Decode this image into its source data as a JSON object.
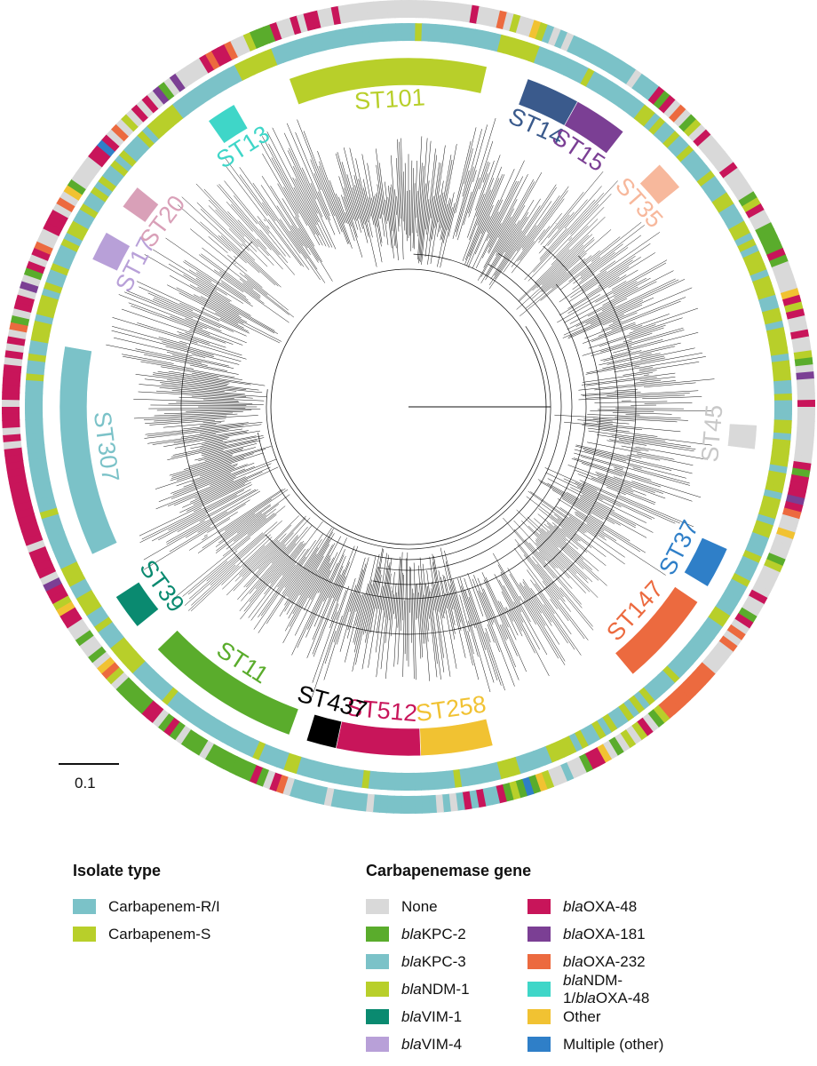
{
  "scale_bar": {
    "label": "0.1"
  },
  "clades": [
    {
      "label": "ST101",
      "color": "#b8cf2a",
      "start": -20,
      "end": 13
    },
    {
      "label": "ST14",
      "color": "#3a5a8c",
      "start": 20,
      "end": 29
    },
    {
      "label": "ST15",
      "color": "#7b3f94",
      "start": 29,
      "end": 38
    },
    {
      "label": "ST35",
      "color": "#f7b89c",
      "start": 46,
      "end": 51
    },
    {
      "label": "ST45",
      "color": "#d9d9d9",
      "start": 93,
      "end": 97
    },
    {
      "label": "ST37",
      "color": "#2f7fc8",
      "start": 114,
      "end": 121
    },
    {
      "label": "ST147",
      "color": "#ec6a3f",
      "start": 124,
      "end": 140
    },
    {
      "label": "ST258",
      "color": "#f1c232",
      "start": 166,
      "end": 178
    },
    {
      "label": "ST512",
      "color": "#c8155a",
      "start": 178,
      "end": 192
    },
    {
      "label": "ST437",
      "color": "#000000",
      "start": 192,
      "end": 197
    },
    {
      "label": "ST11",
      "color": "#5aac2c",
      "start": 200,
      "end": 226
    },
    {
      "label": "ST39",
      "color": "#0a8a70",
      "start": 231,
      "end": 237
    },
    {
      "label": "ST307",
      "color": "#7bc2c8",
      "start": 245,
      "end": 280
    },
    {
      "label": "ST17",
      "color": "#b8a0d8",
      "start": 295,
      "end": 300
    },
    {
      "label": "ST20",
      "color": "#d9a0b8",
      "start": 305,
      "end": 309
    },
    {
      "label": "ST13",
      "color": "#3fd6c8",
      "start": 325,
      "end": 330
    }
  ],
  "legend": {
    "isolate_type": {
      "title": "Isolate type",
      "items": [
        {
          "label": "Carbapenem-R/I",
          "color": "#7bc2c8"
        },
        {
          "label": "Carbapenem-S",
          "color": "#b8cf2a"
        }
      ]
    },
    "carbapenemase": {
      "title": "Carbapenemase gene",
      "col1": [
        {
          "prefix": "",
          "label": "None",
          "color": "#d9d9d9"
        },
        {
          "prefix": "bla",
          "label": "KPC-2",
          "color": "#5aac2c"
        },
        {
          "prefix": "bla",
          "label": "KPC-3",
          "color": "#7bc2c8"
        },
        {
          "prefix": "bla",
          "label": "NDM-1",
          "color": "#b8cf2a"
        },
        {
          "prefix": "bla",
          "label": "VIM-1",
          "color": "#0a8a70"
        },
        {
          "prefix": "bla",
          "label": "VIM-4",
          "color": "#b8a0d8"
        }
      ],
      "col2": [
        {
          "prefix": "bla",
          "label": "OXA-48",
          "color": "#c8155a"
        },
        {
          "prefix": "bla",
          "label": "OXA-181",
          "color": "#7b3f94"
        },
        {
          "prefix": "bla",
          "label": "OXA-232",
          "color": "#ec6a3f"
        },
        {
          "prefix": "bla",
          "label": "NDM-1/",
          "prefix2": "bla",
          "label2": "OXA-48",
          "color": "#3fd6c8"
        },
        {
          "prefix": "",
          "label": "Other",
          "color": "#f1c232"
        },
        {
          "prefix": "",
          "label": "Multiple (other)",
          "color": "#2f7fc8"
        }
      ]
    }
  }
}
